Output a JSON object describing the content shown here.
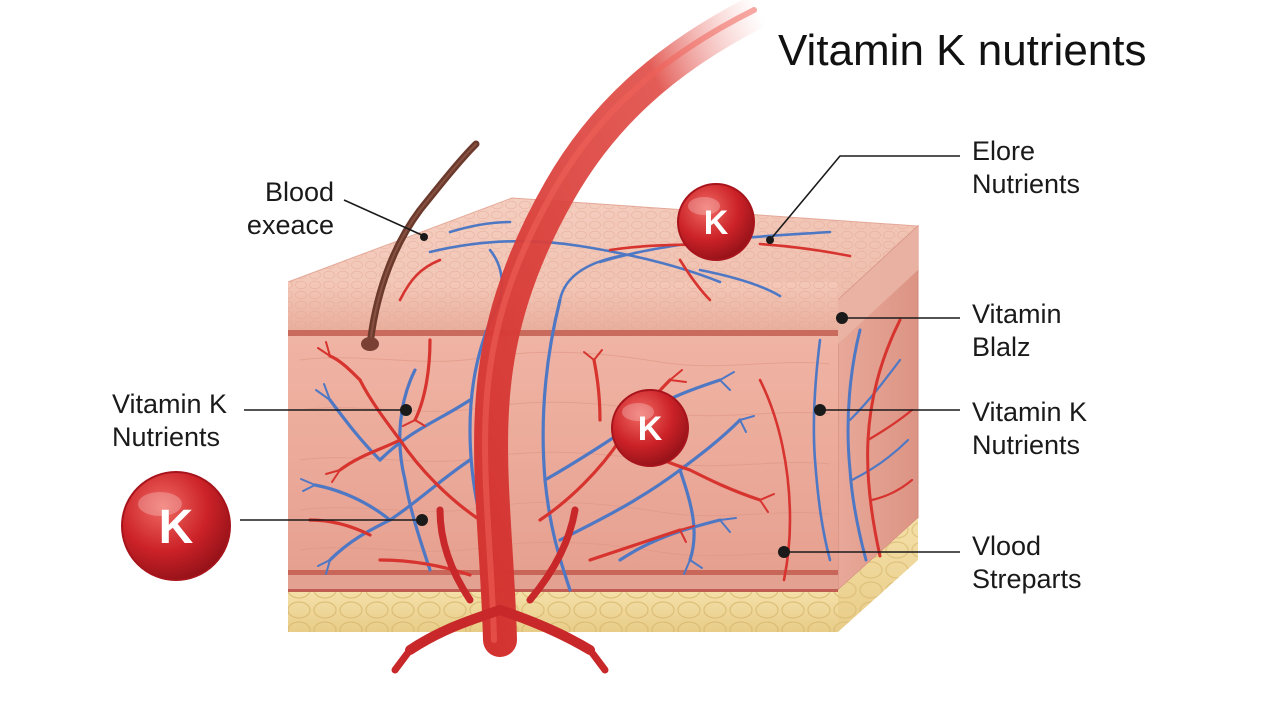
{
  "title": "Vitamin K nutrients",
  "badge_letter": "K",
  "labels": {
    "blood_exeace": [
      "Blood",
      "exeace"
    ],
    "elore_nutrients": [
      "Elore",
      "Nutrients"
    ],
    "vitamin_k_nutrients_left": [
      "Vitamin K",
      "Nutrients"
    ],
    "vitamin_blalz": [
      "Vitamin",
      "Blalz"
    ],
    "vitamin_k_nutrients_right": [
      "Vitamin K",
      "Nutrients"
    ],
    "vlood_streparts": [
      "Vlood",
      "Streparts"
    ]
  },
  "colors": {
    "artery": "#d7332f",
    "vein": "#4f78c4",
    "skin_surface": "#f0c0b0",
    "dermis": "#eaa898",
    "fat_layer": "#f1dca0",
    "badge": "#c8202a",
    "hair": "#6b3a2c"
  }
}
